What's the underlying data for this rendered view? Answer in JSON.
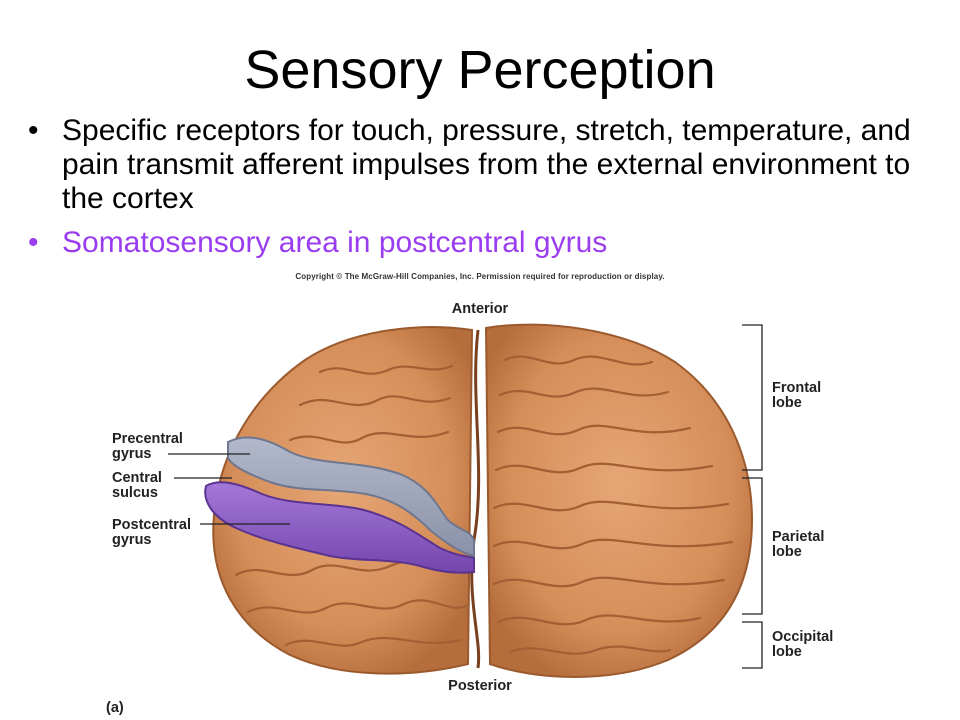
{
  "slide": {
    "title": "Sensory Perception",
    "bullets": [
      {
        "text": "Specific receptors for touch, pressure, stretch, temperature, and pain transmit afferent impulses from the external environment to the cortex",
        "color": "#000000"
      },
      {
        "text": "Somatosensory area in postcentral gyrus",
        "color": "#9a3cf0"
      }
    ],
    "bullet_glyph": "•"
  },
  "figure": {
    "copyright": "Copyright © The McGraw-Hill Companies, Inc. Permission required for reproduction or display.",
    "orientation_top": "Anterior",
    "orientation_bottom": "Posterior",
    "panel_label": "(a)",
    "left_labels": {
      "precentral_1": "Precentral",
      "precentral_2": "gyrus",
      "central_1": "Central",
      "central_2": "sulcus",
      "postcentral_1": "Postcentral",
      "postcentral_2": "gyrus"
    },
    "right_labels": {
      "frontal_1": "Frontal",
      "frontal_2": "lobe",
      "parietal_1": "Parietal",
      "parietal_2": "lobe",
      "occipital_1": "Occipital",
      "occipital_2": "lobe"
    },
    "colors": {
      "brain": "#d8915c",
      "brain_dark": "#a85e30",
      "precentral": "#9ba3b8",
      "postcentral": "#8e5fc4"
    }
  }
}
